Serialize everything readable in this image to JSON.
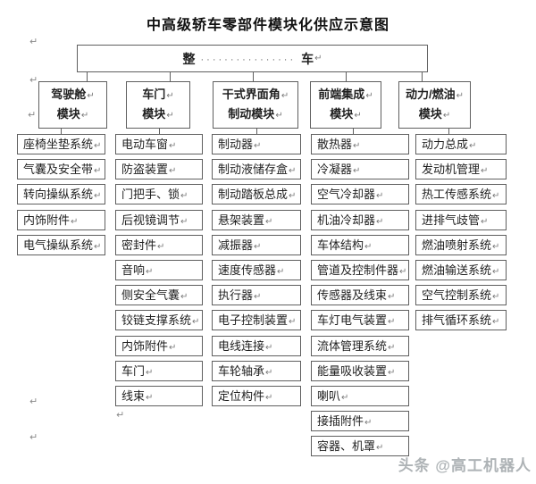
{
  "title": "中高级轿车零部件模块化供应示意图",
  "root": {
    "left": "整",
    "leader": "················",
    "right": "车"
  },
  "marks": {
    "pilcrow": "↵"
  },
  "watermark": {
    "text": "头条 @高工机器人"
  },
  "columns": [
    {
      "header_lines": [
        "驾驶舱",
        "模块"
      ],
      "items": [
        "座椅坐垫系统",
        "气囊及安全带",
        "转向操纵系统",
        "内饰附件",
        "电气操纵系统"
      ]
    },
    {
      "header_lines": [
        "车门",
        "模块"
      ],
      "items": [
        "电动车窗",
        "防盗装置",
        "门把手、锁",
        "后视镜调节",
        "密封件",
        "音响",
        "侧安全气囊",
        "铰链支撑系统",
        "内饰附件",
        "车门",
        "线束"
      ]
    },
    {
      "header_lines": [
        "干式界面角",
        "制动模块"
      ],
      "items": [
        "制动器",
        "制动液储存盒",
        "制动踏板总成",
        "悬架装置",
        "减振器",
        "速度传感器",
        "执行器",
        "电子控制装置",
        "电线连接",
        "车轮轴承",
        "定位构件"
      ]
    },
    {
      "header_lines": [
        "前端集成",
        "模块"
      ],
      "items": [
        "散热器",
        "冷凝器",
        "空气冷却器",
        "机油冷却器",
        "车体结构",
        "管道及控制件器",
        "传感器及线束",
        "车灯电气装置",
        "流体管理系统",
        "能量吸收装置",
        "喇叭",
        "接插附件",
        "容器、机罩"
      ]
    },
    {
      "header_lines": [
        "动力/燃油",
        "模块"
      ],
      "items": [
        "动力总成",
        "发动机管理",
        "热工传感系统",
        "进排气歧管",
        "燃油喷射系统",
        "燃油输送系统",
        "空气控制系统",
        "排气循环系统"
      ]
    }
  ]
}
